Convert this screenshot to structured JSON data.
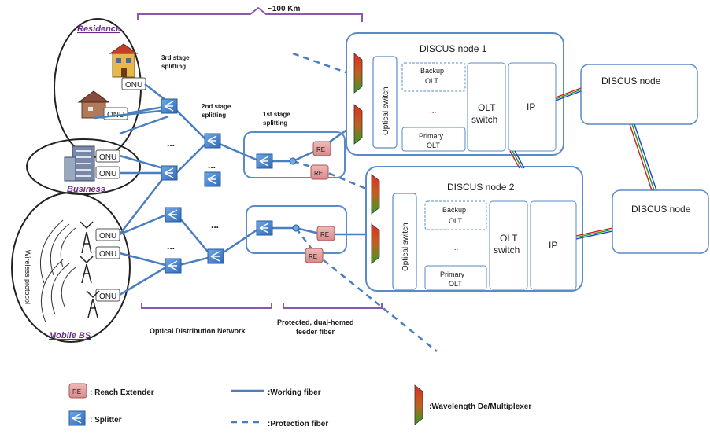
{
  "distance_label": "~100 Km",
  "groups": {
    "residence": "Residence",
    "business": "Business",
    "mobile": "Mobile BS"
  },
  "onu_label": "ONU",
  "stages": {
    "third_a": "3rd stage",
    "third_b": "splitting",
    "second_a": "2nd stage",
    "second_b": "splitting",
    "first_a": "1st stage",
    "first_b": "splitting"
  },
  "dots": "...",
  "re_label": "RE",
  "wireless_label": "Wireless protocol",
  "node1": {
    "title": "DISCUS node 1",
    "optical_switch": "Optical switch",
    "backup_olt": [
      "Backup",
      "OLT"
    ],
    "dots": "...",
    "primary_olt": [
      "Primary",
      "OLT"
    ],
    "olt_switch": [
      "OLT",
      "switch"
    ],
    "ip": "IP"
  },
  "node2": {
    "title": "DISCUS node 2",
    "optical_switch": "Optical switch",
    "backup_olt": [
      "Backup",
      "OLT"
    ],
    "dots": "...",
    "primary_olt": [
      "Primary",
      "OLT"
    ],
    "olt_switch": [
      "OLT",
      "switch"
    ],
    "ip": "IP"
  },
  "remote_node_a": "DISCUS node",
  "remote_node_b": "DISCUS node",
  "brackets": {
    "odn": "Optical Distribution Network",
    "feeder_a": "Protected, dual-homed",
    "feeder_b": "feeder fiber"
  },
  "legend": {
    "re_desc": ": Reach Extender",
    "splitter_desc": ": Splitter",
    "working": ":Working fiber",
    "protection": ":Protection fiber",
    "wdm": ":Wavelength De/Multiplexer"
  },
  "colors": {
    "fiber": "#4a7ec0",
    "splitter": "#3f7fd0",
    "re_fill": "#e6a3a3",
    "bracket": "#8a5aa8",
    "node_border": "#5a8ac8"
  }
}
